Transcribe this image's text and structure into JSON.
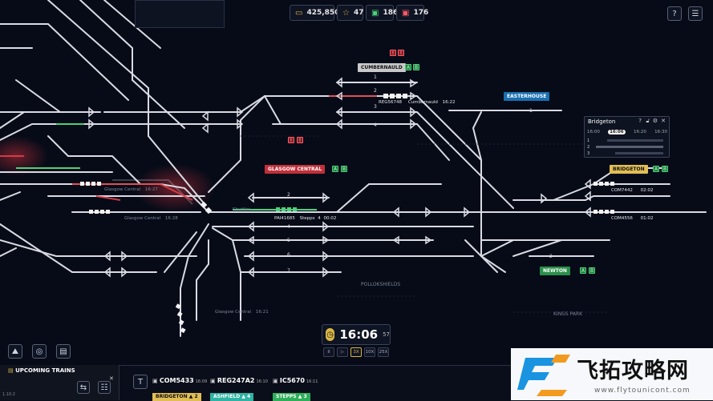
{
  "hud": {
    "money": "425,850",
    "stars": "47",
    "trains_ok": "186",
    "trains_late": "176"
  },
  "stations": {
    "cumbernauld": "CUMBERNAULD",
    "easterhouse": "EASTERHOUSE",
    "glasgow_central": "GLASGOW CENTRAL",
    "bridgeton": "BRIDGETON",
    "newton": "NEWTON",
    "pollokshields": "POLLOKSHIELDS",
    "kings_park": "KINGS PARK"
  },
  "trains_on_map": [
    {
      "id": "REG56748",
      "dest": "Cumbernauld",
      "time": "16:22"
    },
    {
      "id": "PAI41685",
      "dest": "Stepps",
      "num": "4",
      "time": "00:02"
    },
    {
      "id": "COM7442",
      "time": "02:02"
    },
    {
      "id": "COM4556",
      "time": "01:02"
    }
  ],
  "map_labels": {
    "gc1": "Glasgow Central",
    "gc1_time": "16:27",
    "gc2": "Glasgow Central",
    "gc2_time": "16:28",
    "gc3": "Glasgow Central",
    "gc3_time": "16:21",
    "shuttle": "Shuttles"
  },
  "bridgeton_panel": {
    "title": "Bridgeton",
    "times": [
      "16:00",
      "16:06",
      "16:20",
      "16:30"
    ],
    "rows": [
      "1",
      "2",
      "3"
    ]
  },
  "clock": {
    "time": "16:06",
    "seconds": "57",
    "speeds": [
      "II",
      "▷",
      "3X",
      "10X",
      "25X"
    ]
  },
  "upcoming": {
    "title": "UPCOMING TRAINS",
    "trains": [
      {
        "id": "COM5433",
        "time": "16:09",
        "station": "BRIDGETON",
        "platform": "2",
        "color": "#e1be55"
      },
      {
        "id": "REG247A2",
        "time": "16:10",
        "station": "ASHFIELD",
        "platform": "4",
        "color": "#2fb3a4"
      },
      {
        "id": "IC5670",
        "time": "16:11",
        "station": "STEPPS",
        "platform": "3",
        "color": "#2fae5a"
      }
    ]
  },
  "version": "1.10.2",
  "watermark": {
    "name": "飞拓攻略网",
    "url": "www.flytounicont.com"
  },
  "colors": {
    "track": "#d9dbe3",
    "accent": "#d9b646",
    "green": "#4cd07a",
    "red": "#c0303a",
    "blue": "#1a6fb0"
  }
}
